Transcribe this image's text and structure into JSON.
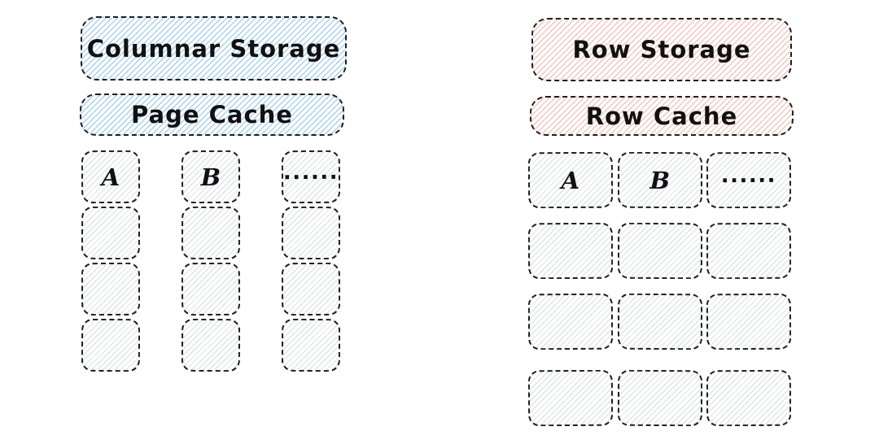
{
  "columnar": {
    "title": "Columnar Storage",
    "cache_label": "Page Cache",
    "column_labels": [
      "A",
      "B",
      "......"
    ],
    "columns": 3,
    "cells_per_column": 4
  },
  "row": {
    "title": "Row Storage",
    "cache_label": "Row Cache",
    "row_labels": [
      "A",
      "B",
      "......"
    ],
    "rows": 4,
    "cells_per_row": 3
  },
  "colors": {
    "columnar_fill": "#a9d1f0",
    "row_fill": "#f3c5c2",
    "cell_fill": "#e1e3e9",
    "stroke": "#1e1e1e",
    "text": "#111111",
    "background": "#ffffff"
  }
}
